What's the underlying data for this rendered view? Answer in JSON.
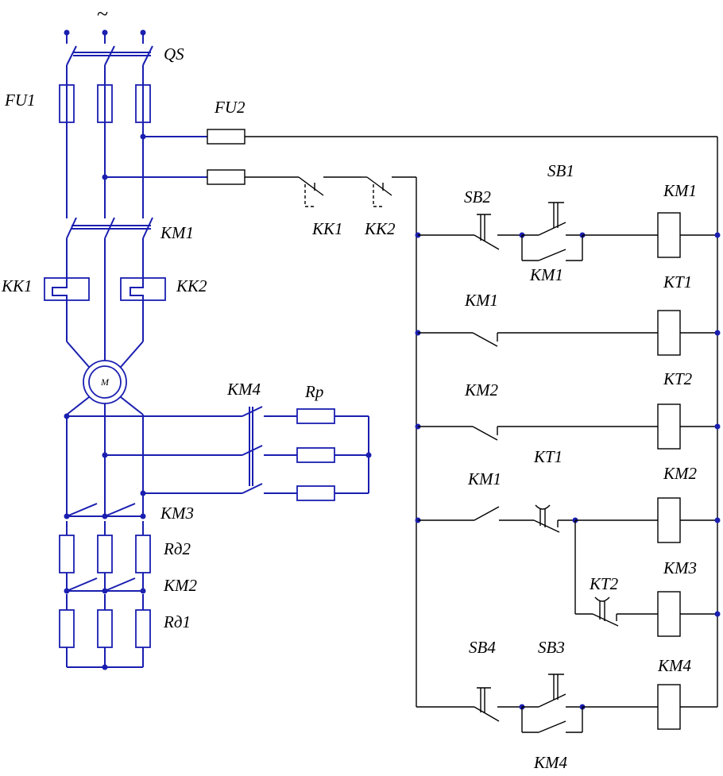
{
  "colors": {
    "power_wire": "#1a1fb0",
    "control_wire": "#000000",
    "background": "#ffffff"
  },
  "labels": {
    "supply": "~",
    "qs": "QS",
    "fu1": "FU1",
    "fu2": "FU2",
    "km1_power": "KM1",
    "kk1_heater": "KK1",
    "kk2_heater": "KK2",
    "motor": "M",
    "km4_power": "KM4",
    "rp": "Rp",
    "km3_power": "KM3",
    "rd2": "Rд2",
    "km2_power": "KM2",
    "rd1": "Rд1",
    "kk1_contact": "KK1",
    "kk2_contact": "KK2",
    "sb2": "SB2",
    "sb1": "SB1",
    "km1_coil": "KM1",
    "km1_hold": "KM1",
    "kt1_coil": "KT1",
    "km1_contact": "KM1",
    "kt2_coil": "KT2",
    "km2_contact": "KM2",
    "kt1_contact": "KT1",
    "km1_contact_b": "KM1",
    "km2_coil": "KM2",
    "km3_coil": "KM3",
    "kt2_contact": "KT2",
    "sb4": "SB4",
    "sb3": "SB3",
    "km4_coil": "KM4",
    "km4_hold": "KM4"
  }
}
